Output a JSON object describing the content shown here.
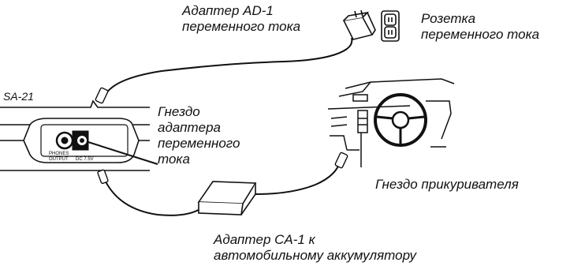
{
  "labels": {
    "ac_adapter": [
      "Адаптер AD-1",
      "переменного тока"
    ],
    "outlet": [
      "Розетка",
      "переменного тока"
    ],
    "device": "SA-21",
    "adapter_jack": [
      "Гнездо",
      "адаптера",
      "переменного",
      "тока"
    ],
    "lighter_socket": "Гнездо прикуривателя",
    "car_adapter": [
      "Адаптер CA-1 к",
      "автомобильному аккумулятору"
    ]
  },
  "device_panel": {
    "jack_labels": [
      "PHONES",
      "OUTPUT",
      "DC 7.5V"
    ]
  }
}
